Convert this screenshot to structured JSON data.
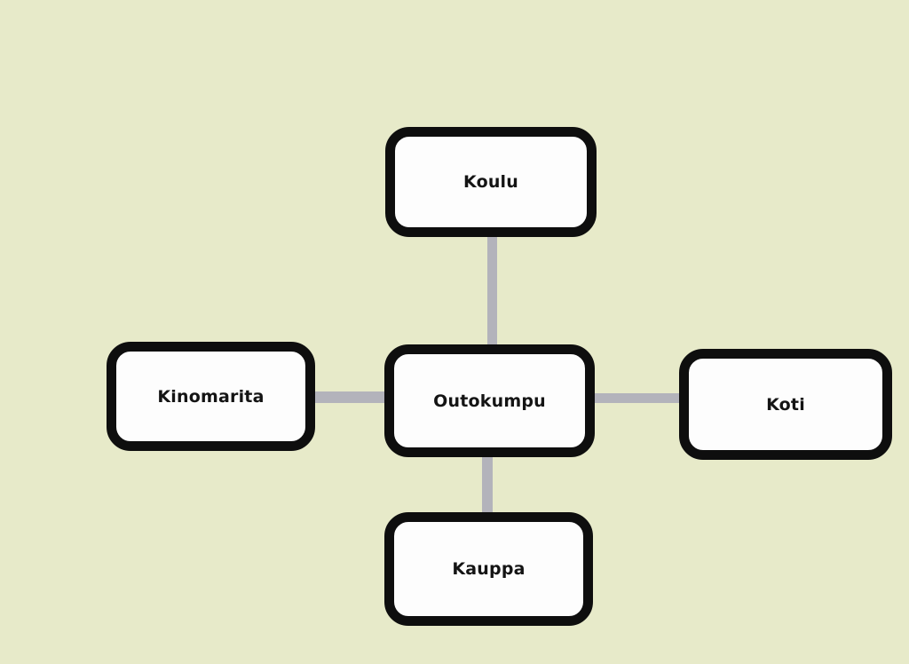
{
  "diagram": {
    "type": "mind-map",
    "center": "Outokumpu",
    "nodes": {
      "koulu": {
        "label": "Koulu"
      },
      "kinomarita": {
        "label": "Kinomarita"
      },
      "outokumpu": {
        "label": "Outokumpu"
      },
      "koti": {
        "label": "Koti"
      },
      "kauppa": {
        "label": "Kauppa"
      }
    },
    "edges": [
      {
        "from": "Outokumpu",
        "to": "Koulu"
      },
      {
        "from": "Outokumpu",
        "to": "Kinomarita"
      },
      {
        "from": "Outokumpu",
        "to": "Koti"
      },
      {
        "from": "Outokumpu",
        "to": "Kauppa"
      }
    ],
    "colors": {
      "background": "#e7eac9",
      "node_fill": "#fdfdfd",
      "node_border": "#0e0e0e",
      "connector": "#b3b3bb",
      "text": "#141414"
    }
  }
}
